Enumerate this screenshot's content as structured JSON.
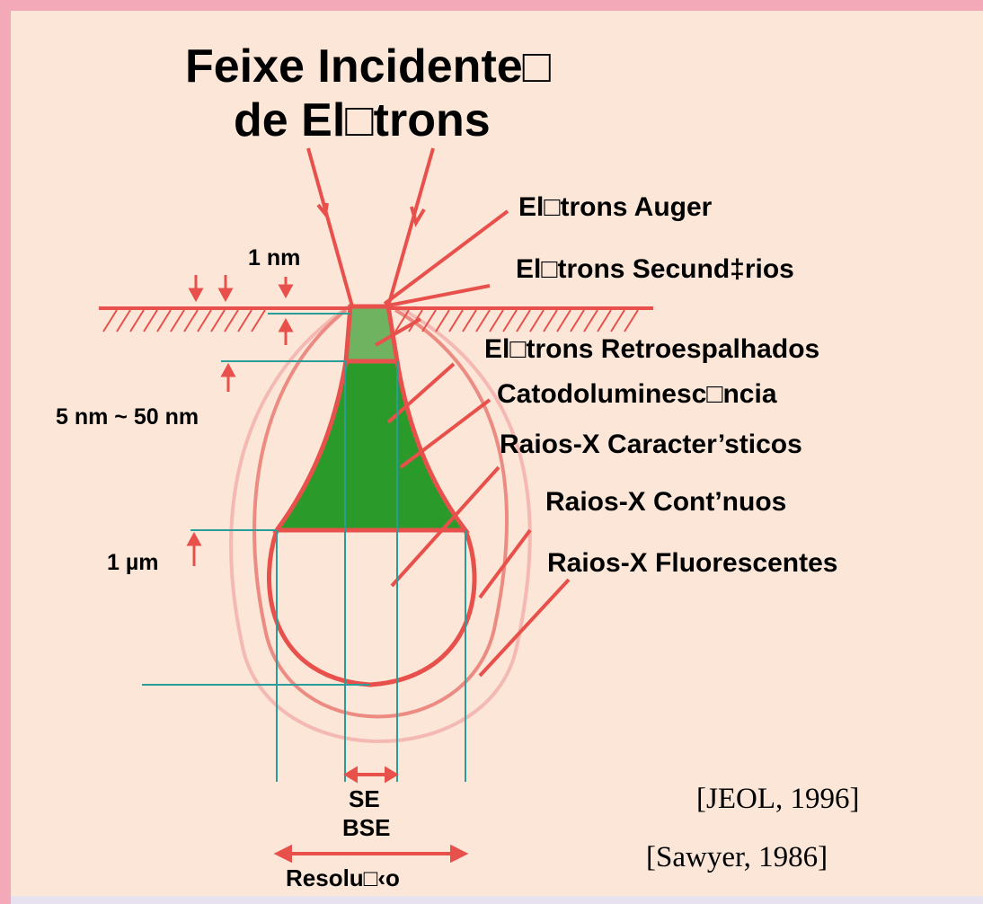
{
  "title": {
    "line1": "Feixe Incidente□",
    "line2": "de El□trons"
  },
  "signals": {
    "auger": "El□trons Auger",
    "secondary": "El□trons Secund‡rios",
    "backscattered": "El□trons Retroespalhados",
    "cathodoluminescence": "Catodoluminesc□ncia",
    "characteristic_xray": "Raios-X Caracter’sticos",
    "continuous_xray": "Raios-X Cont’nuos",
    "fluorescent_xray": "Raios-X Fluorescentes"
  },
  "depths": {
    "d1": "1 nm",
    "d2": "5 nm ~ 50 nm",
    "d3": "1 µm"
  },
  "resolution": {
    "se": "SE",
    "bse": "BSE",
    "label": "Resolu□‹o"
  },
  "references": {
    "ref1": "[JEOL, 1996]",
    "ref2": "[Sawyer, 1986]"
  },
  "colors": {
    "background": "#fbe6d8",
    "frame_outer": "#d6d3ec",
    "frame_accent": "#f4a9b8",
    "red": "#e8514b",
    "teal": "#2a9d9a",
    "dark_green": "#2a9a2a",
    "light_green": "#6fb25f",
    "halo1": "#ec8b82",
    "halo2": "#f4b9b2"
  }
}
